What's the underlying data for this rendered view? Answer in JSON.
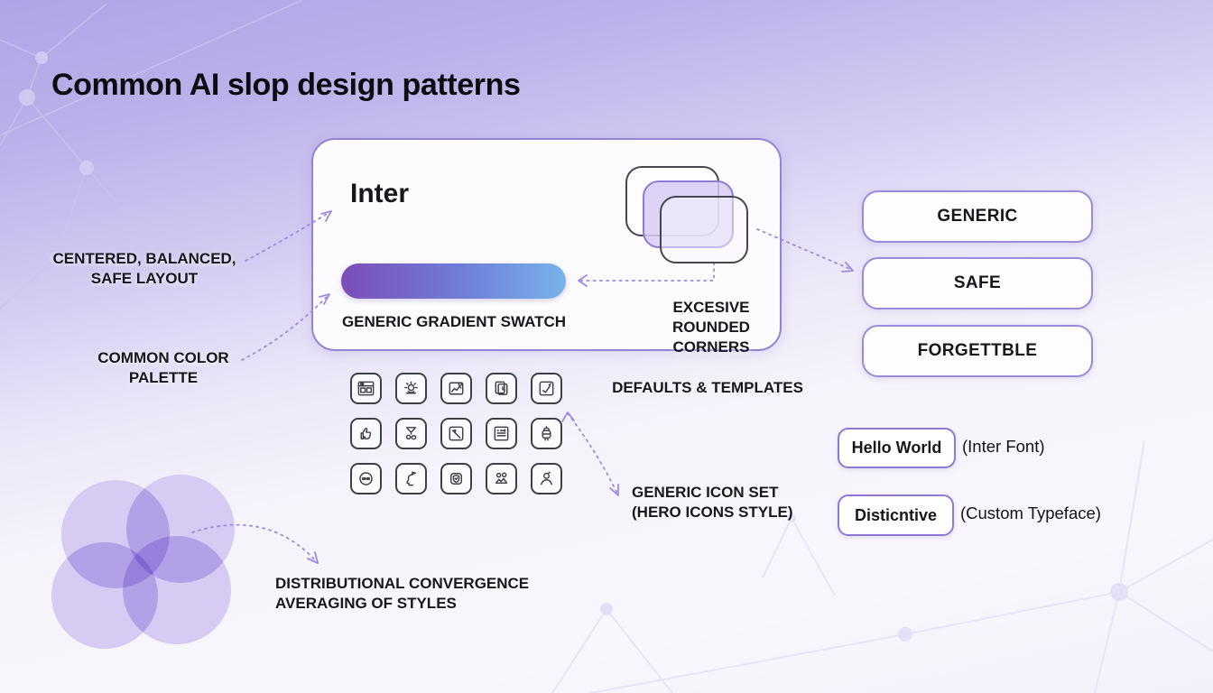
{
  "page": {
    "title": "Common AI slop design patterns"
  },
  "card": {
    "font_sample": "Inter",
    "gradient_label": "GENERIC GRADIENT SWATCH",
    "rounded_corners_label": "EXCESIVE\nROUNDED\nCORNERS",
    "gradient_start": "#7c4db8",
    "gradient_mid": "#6f7fd8",
    "gradient_end": "#78b2ea"
  },
  "annotations": {
    "safe_layout": "CENTERED, BALANCED,\nSAFE LAYOUT",
    "color_palette": "COMMON COLOR\nPALETTE",
    "defaults_templates": "DEFAULTS & TEMPLATES",
    "icon_set": "GENERIC ICON SET\n(HERO ICONS STYLE)",
    "convergence": "DISTRIBUTIONAL CONVERGENCE\nAVERAGING OF STYLES"
  },
  "tags": [
    {
      "label": "GENERIC"
    },
    {
      "label": "SAFE"
    },
    {
      "label": "FORGETTBLE"
    }
  ],
  "typefaces": [
    {
      "sample": "Hello World",
      "caption": "(Inter Font)"
    },
    {
      "sample": "Disticntive",
      "caption": "(Custom Typeface)"
    }
  ],
  "icons": [
    "window-layout",
    "sun-burst",
    "image-chart",
    "document-clock",
    "check-square",
    "thumbs-up",
    "ribbon-flask",
    "pen-square",
    "article-text",
    "backpack",
    "slider-toggle",
    "profile-flag",
    "shield-check",
    "people-mountain",
    "user-circle"
  ],
  "colors": {
    "accent_border": "#9482d4",
    "arrow": "#9d8be1",
    "icon_stroke": "#3f3f46",
    "venn_fill": "#d6cbf3",
    "background_top": "#b0a4e6",
    "background_bottom": "#f8f7fc",
    "text": "#17171c"
  }
}
